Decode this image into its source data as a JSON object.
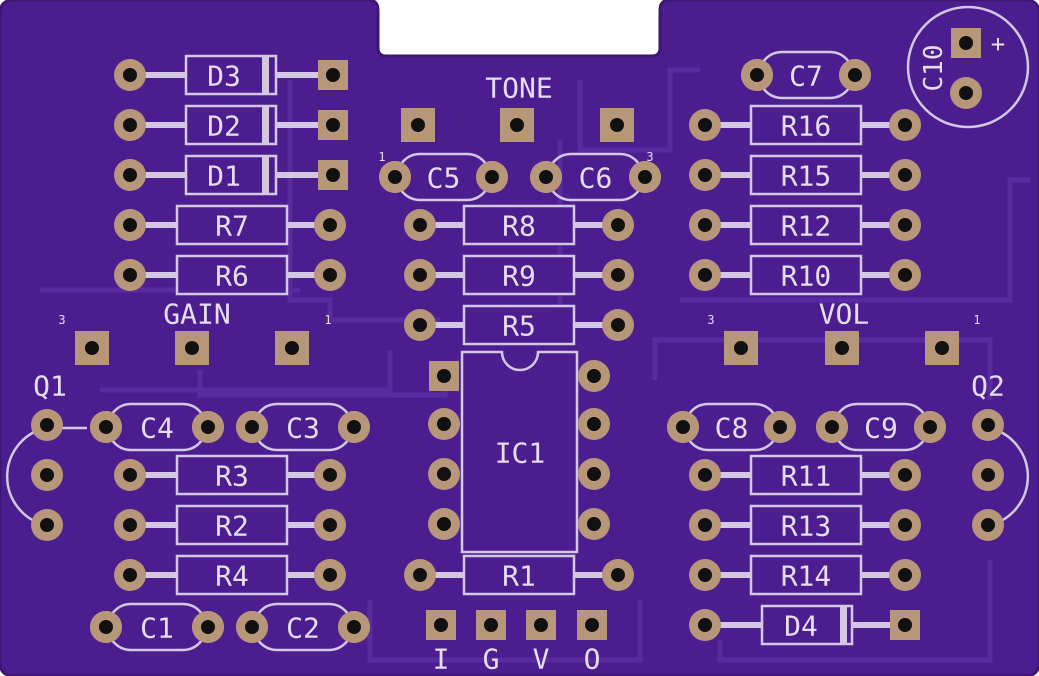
{
  "colors": {
    "board": "#4b1d8f",
    "board_edge": "#3e1776",
    "trace": "#5a2aa0",
    "trace_fill": "#542596",
    "pad": "#b8967a",
    "pad_hole": "#111111",
    "silkscreen": "#e6ddf2",
    "notch": "#ffffff"
  },
  "pots": [
    {
      "label": "TONE",
      "pin_left": "1",
      "pin_right": "3"
    },
    {
      "label": "GAIN",
      "pin_left": "3",
      "pin_right": "1"
    },
    {
      "label": "VOL",
      "pin_left": "3",
      "pin_right": "1"
    }
  ],
  "components": {
    "diodes": [
      "D3",
      "D2",
      "D1",
      "D4"
    ],
    "resistors": [
      "R7",
      "R6",
      "R8",
      "R9",
      "R5",
      "R16",
      "R15",
      "R12",
      "R10",
      "R3",
      "R2",
      "R4",
      "R1",
      "R11",
      "R13",
      "R14"
    ],
    "caps": [
      "C5",
      "C6",
      "C7",
      "C4",
      "C3",
      "C1",
      "C2",
      "C8",
      "C9"
    ],
    "electrolytic": {
      "label": "C10",
      "polarity": "+"
    },
    "transistors": [
      "Q1",
      "Q2"
    ],
    "ic": "IC1"
  },
  "io_pins": [
    "I",
    "G",
    "V",
    "O"
  ]
}
